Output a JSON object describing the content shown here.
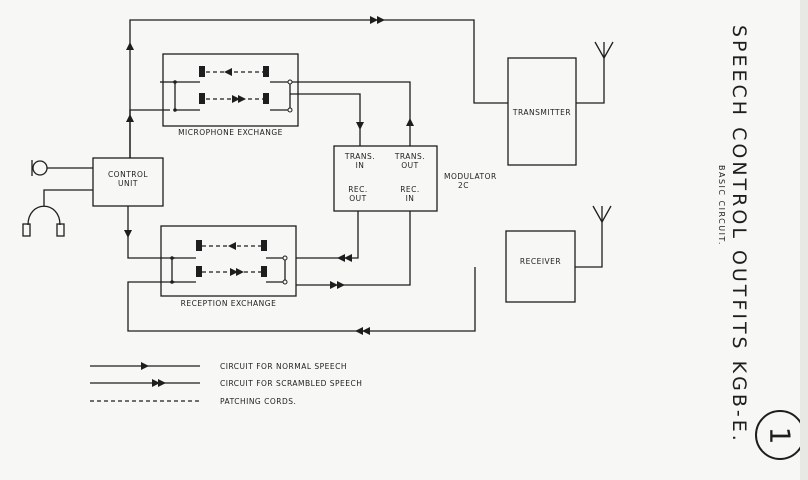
{
  "title": "SPEECH CONTROL OUTFITS KGB-E.",
  "subtitle": "BASIC CIRCUIT.",
  "page_number": "1",
  "blocks": {
    "control_unit": [
      "CONTROL",
      "UNIT"
    ],
    "transmitter": "TRANSMITTER",
    "receiver": "RECEIVER",
    "microphone_exchange": "MICROPHONE EXCHANGE",
    "reception_exchange": "RECEPTION EXCHANGE",
    "modulator": [
      "MODULATOR",
      "2C"
    ],
    "modulator_ports": {
      "trans_in": [
        "TRANS.",
        "IN"
      ],
      "trans_out": [
        "TRANS.",
        "OUT"
      ],
      "rec_out": [
        "REC.",
        "OUT"
      ],
      "rec_in": [
        "REC.",
        "IN"
      ]
    }
  },
  "legend": [
    {
      "symbol": "single-arrow",
      "label": "CIRCUIT FOR NORMAL SPEECH"
    },
    {
      "symbol": "double-arrow",
      "label": "CIRCUIT FOR SCRAMBLED SPEECH"
    },
    {
      "symbol": "dashed-line",
      "label": "PATCHING CORDS."
    }
  ],
  "colors": {
    "ink": "#1e1e1e",
    "paper": "#f7f7f5"
  }
}
